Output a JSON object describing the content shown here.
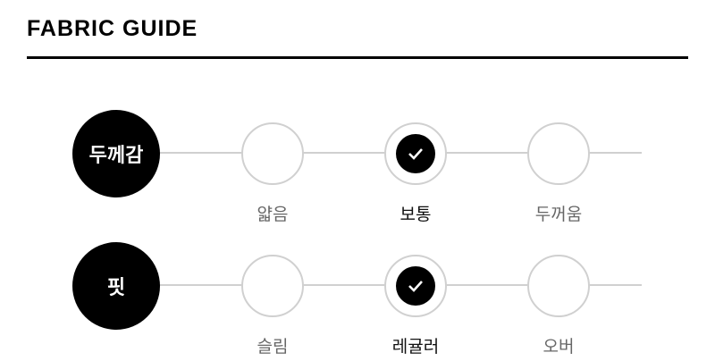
{
  "title": "FABRIC GUIDE",
  "rows": [
    {
      "label": "두께감",
      "options": [
        {
          "label": "얇음",
          "selected": false
        },
        {
          "label": "보통",
          "selected": true
        },
        {
          "label": "두꺼움",
          "selected": false
        }
      ]
    },
    {
      "label": "핏",
      "options": [
        {
          "label": "슬림",
          "selected": false
        },
        {
          "label": "레귤러",
          "selected": true
        },
        {
          "label": "오버",
          "selected": false
        }
      ]
    }
  ]
}
